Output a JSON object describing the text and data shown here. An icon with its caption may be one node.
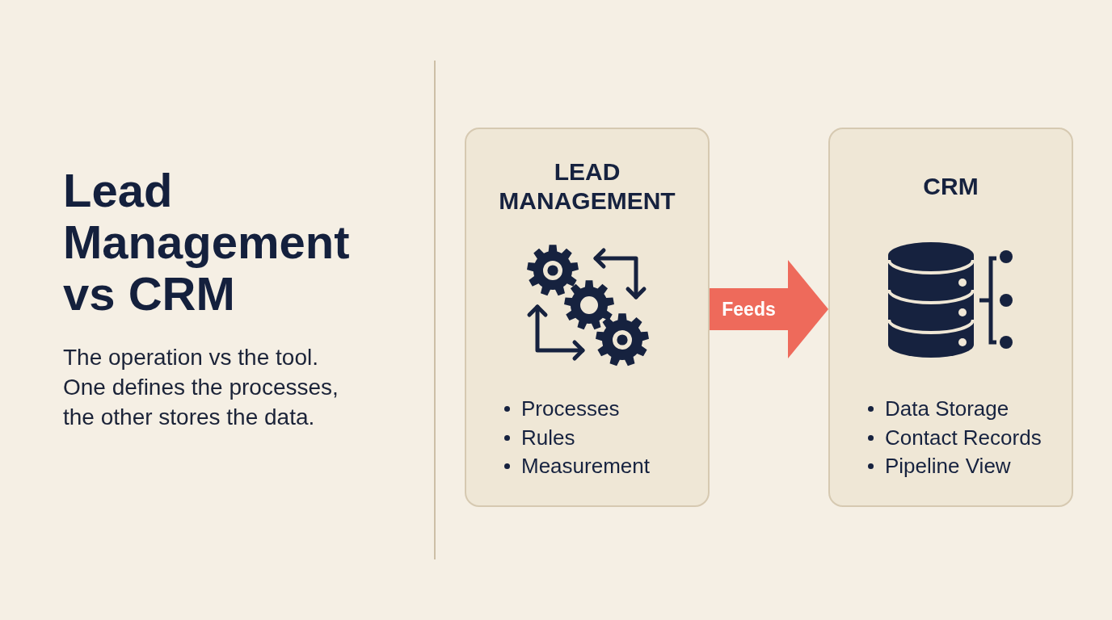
{
  "diagram": {
    "title": "Lead Management vs CRM",
    "nodes": [
      {
        "text": [
          "LEAD MANAGEMENT",
          "Processes",
          "Rules",
          "Measurement"
        ]
      },
      {
        "text": [
          "CRM",
          "Data Storage",
          "Contact Records",
          "Pipeline View"
        ]
      }
    ],
    "edges": [
      {
        "from": 0,
        "to": 1,
        "arrow": "to",
        "label": "Feeds",
        "color": "#ee6a5b"
      }
    ],
    "labels": [
      "The operation vs the tool. One defines the processes, the other stores the data."
    ]
  }
}
